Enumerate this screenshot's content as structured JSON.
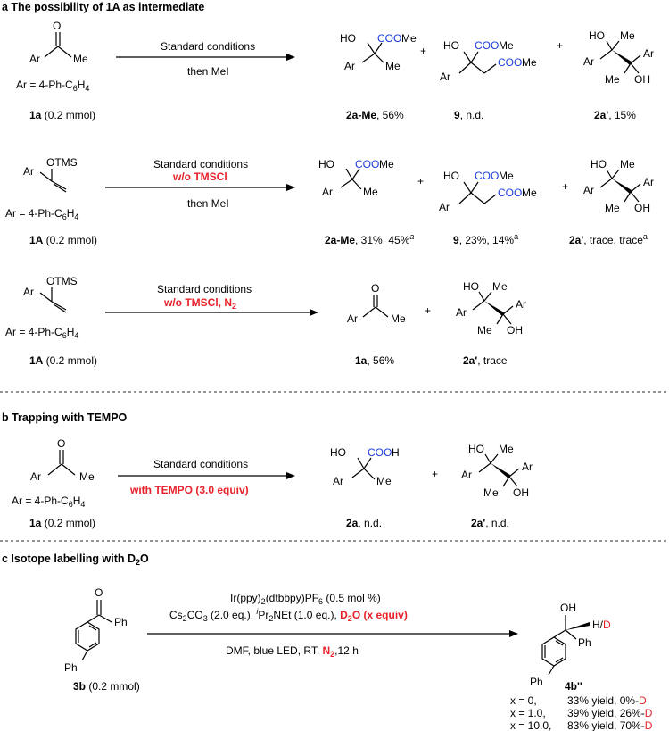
{
  "colors": {
    "highlight": "#e8222a",
    "ester": "#1a3cd8"
  },
  "sections": {
    "a": {
      "heading": "a  The possibility of  1A as intermediate"
    },
    "b": {
      "heading": "b  Trapping with TEMPO"
    },
    "c": {
      "heading_pre": "c  Isotope labelling with D",
      "heading_sub": "2",
      "heading_post": "O"
    }
  },
  "atoms": {
    "Ar": "Ar",
    "Me": "Me",
    "O": "O",
    "HO": "HO",
    "OH": "OH",
    "OTMS": "OTMS",
    "COOMe": "COOMe",
    "COOH": "COOH",
    "COO": "COO",
    "H": "H",
    "Ph": "Ph",
    "plus": "+",
    "H_slash": "H/",
    "D": "D"
  },
  "ar_def": {
    "pre": "Ar = 4-Ph-C",
    "sub1": "6",
    "mid": "H",
    "sub2": "4"
  },
  "rxn1": {
    "above": "Standard conditions",
    "below": "then MeI",
    "sm_code": "1a",
    "sm_amt": " (0.2 mmol)",
    "p1_code": "2a-Me",
    "p1_yield": ", 56%",
    "p2_code": "9",
    "p2_yield": ", n.d.",
    "p3_code": "2a'",
    "p3_yield": ", 15%"
  },
  "rxn2": {
    "above": "Standard conditions",
    "above_red": "w/o TMSCl",
    "below": "then MeI",
    "sm_code": "1A",
    "sm_amt": " (0.2 mmol)",
    "p1_code": "2a-Me",
    "p1_yield": ", 31%, 45%",
    "p1_sup": "a",
    "p2_code": "9",
    "p2_yield": ", 23%, 14%",
    "p2_sup": "a",
    "p3_code": "2a'",
    "p3_yield": ", trace, trace",
    "p3_sup": "a"
  },
  "rxn3": {
    "above": "Standard conditions",
    "above_red": "w/o TMSCl, N",
    "above_red_sub": "2",
    "sm_code": "1A",
    "sm_amt": " (0.2 mmol)",
    "p1_code": "1a",
    "p1_yield": ", 56%",
    "p2_code": "2a'",
    "p2_yield": ", trace"
  },
  "rxn4": {
    "above": "Standard conditions",
    "below_red": "with TEMPO (3.0 equiv)",
    "sm_code": "1a",
    "sm_amt": " (0.2 mmol)",
    "p1_code": "2a",
    "p1_yield": ", n.d.",
    "p2_code": "2a'",
    "p2_yield": ", n.d."
  },
  "rxn5": {
    "line1_a": "Ir(ppy)",
    "line1_s1": "2",
    "line1_b": "(dtbbpy)PF",
    "line1_s2": "6",
    "line1_c": " (0.5 mol %)",
    "line2_a": "Cs",
    "line2_s1": "2",
    "line2_b": "CO",
    "line2_s2": "3",
    "line2_c": " (2.0 eq.), ",
    "line2_i": "i",
    "line2_d": "Pr",
    "line2_s3": "2",
    "line2_e": "NEt (1.0 eq.), ",
    "line2_r1": "D",
    "line2_rs": "2",
    "line2_r2": "O (x equiv)",
    "below_a": "DMF, blue LED, RT, ",
    "below_r": "N",
    "below_rs": "2",
    "below_b": ",12 h",
    "sm_code": "3b",
    "sm_amt": " (0.2 mmol)",
    "p_code": "4b''",
    "results": [
      {
        "x": "x = 0,",
        "yield": "33% yield, 0%-",
        "d": "D"
      },
      {
        "x": "x = 1.0,",
        "yield": "39% yield, 26%-",
        "d": "D"
      },
      {
        "x": "x = 10.0,",
        "yield": "83% yield, 70%-",
        "d": "D"
      }
    ]
  }
}
